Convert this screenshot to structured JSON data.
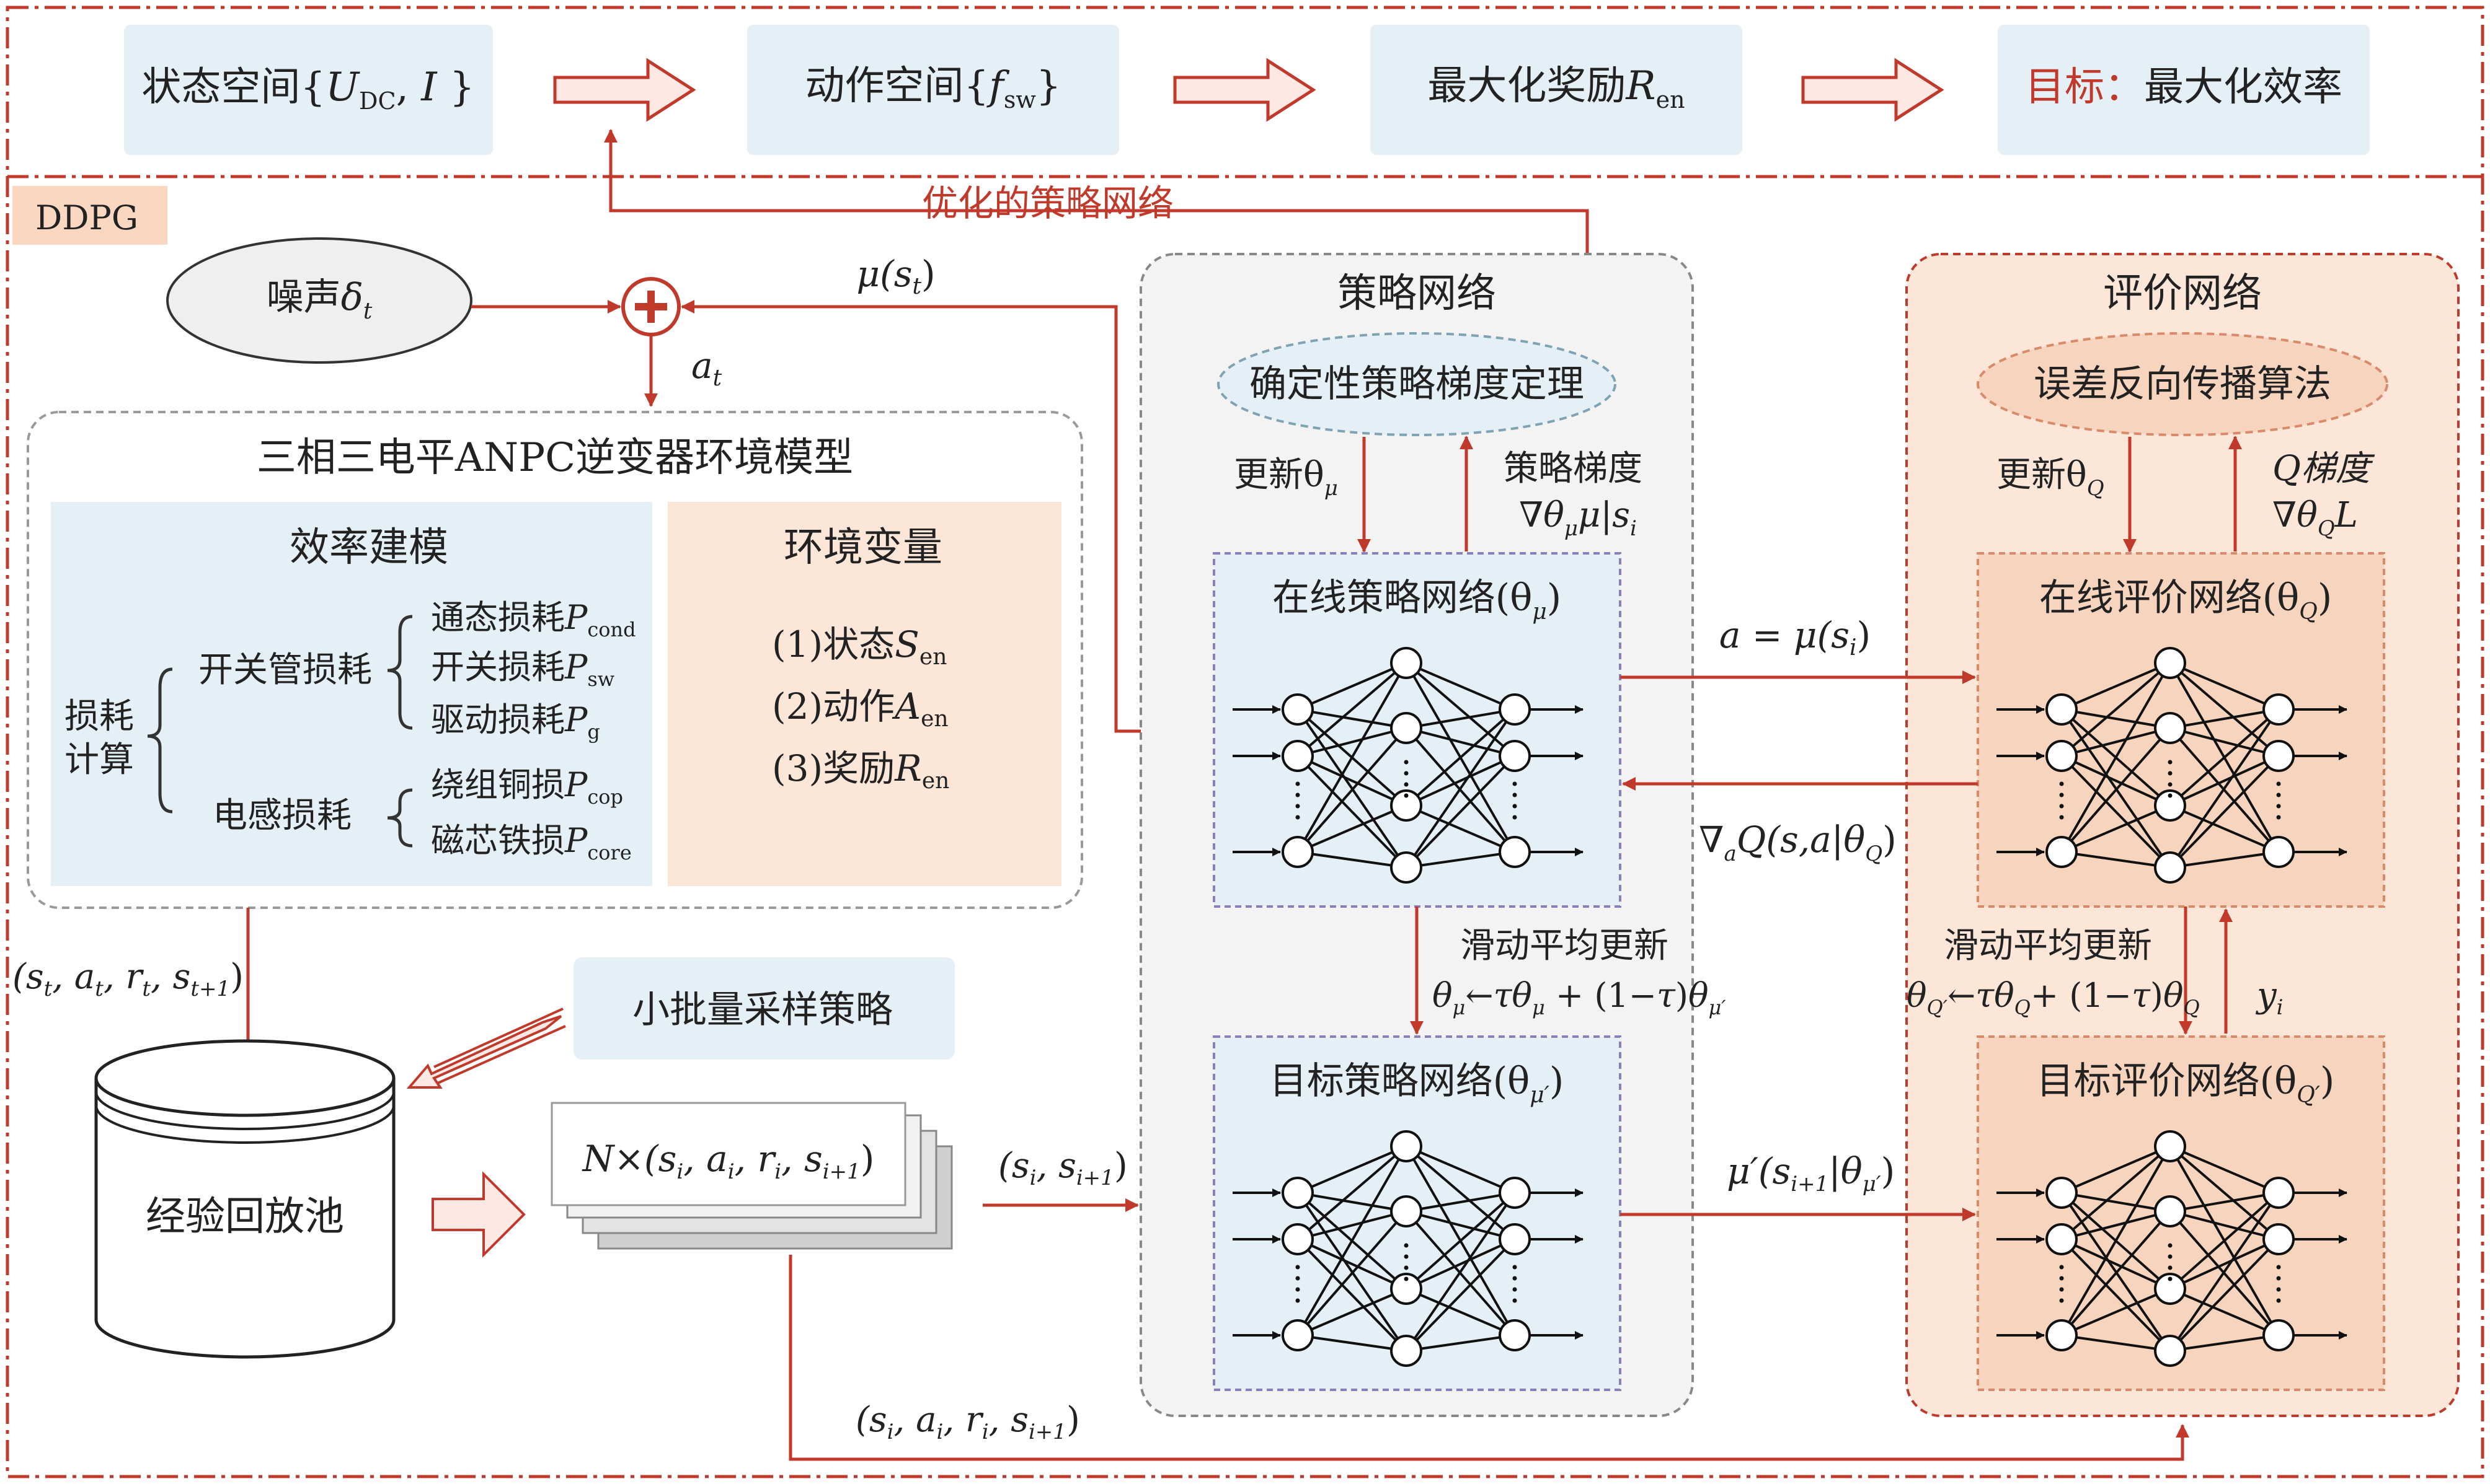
{
  "top_flow": {
    "state_space": {
      "label": "状态空间",
      "formula_u": "U",
      "formula_u_sub": "DC",
      "formula_i": "I"
    },
    "action_space": {
      "label": "动作空间",
      "formula_f": "f",
      "formula_f_sub": "sw"
    },
    "max_reward": {
      "label": "最大化奖励",
      "formula_r": "R",
      "formula_r_sub": "en"
    },
    "goal": {
      "prefix": "目标：",
      "label": "最大化效率"
    },
    "optimized_policy": "优化的策略网络"
  },
  "ddpg_tag": "DDPG",
  "noise": {
    "label": "噪声",
    "symbol": "δ",
    "sub": "t"
  },
  "edges": {
    "mu_st": "μ(s",
    "mu_st_sub": "t",
    "a_t": "a",
    "a_t_sub": "t",
    "a_eq": "a = μ(s",
    "a_eq_sub": "i",
    "grad_q": "∇",
    "grad_q_text": "Q(s,a|θ",
    "mu_prime": "μ′(s",
    "mu_prime_mid": "|θ",
    "y_i": "y",
    "y_i_sub": "i"
  },
  "environment": {
    "title": "三相三电平ANPC逆变器环境模型",
    "efficiency_model": {
      "title": "效率建模",
      "root": [
        "损耗",
        "计算"
      ],
      "switch_loss": "开关管损耗",
      "inductor_loss": "电感损耗",
      "items": [
        {
          "label": "通态损耗",
          "sym": "P",
          "sub": "cond"
        },
        {
          "label": "开关损耗",
          "sym": "P",
          "sub": "sw"
        },
        {
          "label": "驱动损耗",
          "sym": "P",
          "sub": "g"
        },
        {
          "label": "绕组铜损",
          "sym": "P",
          "sub": "cop"
        },
        {
          "label": "磁芯铁损",
          "sym": "P",
          "sub": "core"
        }
      ]
    },
    "env_vars": {
      "title": "环境变量",
      "items": [
        {
          "label": "(1)状态",
          "sym": "S",
          "sub": "en"
        },
        {
          "label": "(2)动作",
          "sym": "A",
          "sub": "en"
        },
        {
          "label": "(3)奖励",
          "sym": "R",
          "sub": "en"
        }
      ]
    }
  },
  "replay": {
    "tuple_top": "(s",
    "minibatch": "小批量采样策略",
    "pool": "经验回放池",
    "batch_card": "N×(s",
    "tuple_mid": "(s",
    "tuple_bottom": "(s"
  },
  "actor": {
    "title": "策略网络",
    "theorem": "确定性策略梯度定理",
    "update": "更新θ",
    "update_sub": "μ",
    "gradient_label": "策略梯度",
    "gradient_formula": "∇θ",
    "online": "在线策略网络(θ",
    "online_sub": "μ",
    "soft_update": "滑动平均更新",
    "target": "目标策略网络(θ",
    "target_sub": "μ′"
  },
  "critic": {
    "title": "评价网络",
    "backprop": "误差反向传播算法",
    "update": "更新θ",
    "update_sub": "Q",
    "gradient_label": "Q梯度",
    "gradient_formula": "∇θ",
    "online": "在线评价网络(θ",
    "online_sub": "Q",
    "soft_update": "滑动平均更新",
    "target": "目标评价网络(θ",
    "target_sub": "Q′"
  },
  "colors": {
    "red": "#c0392b",
    "light_blue": "#e4f0f6",
    "peach": "#fbe6d8",
    "salmon": "#f7d4bd",
    "gray_panel": "#f3f3f3"
  }
}
